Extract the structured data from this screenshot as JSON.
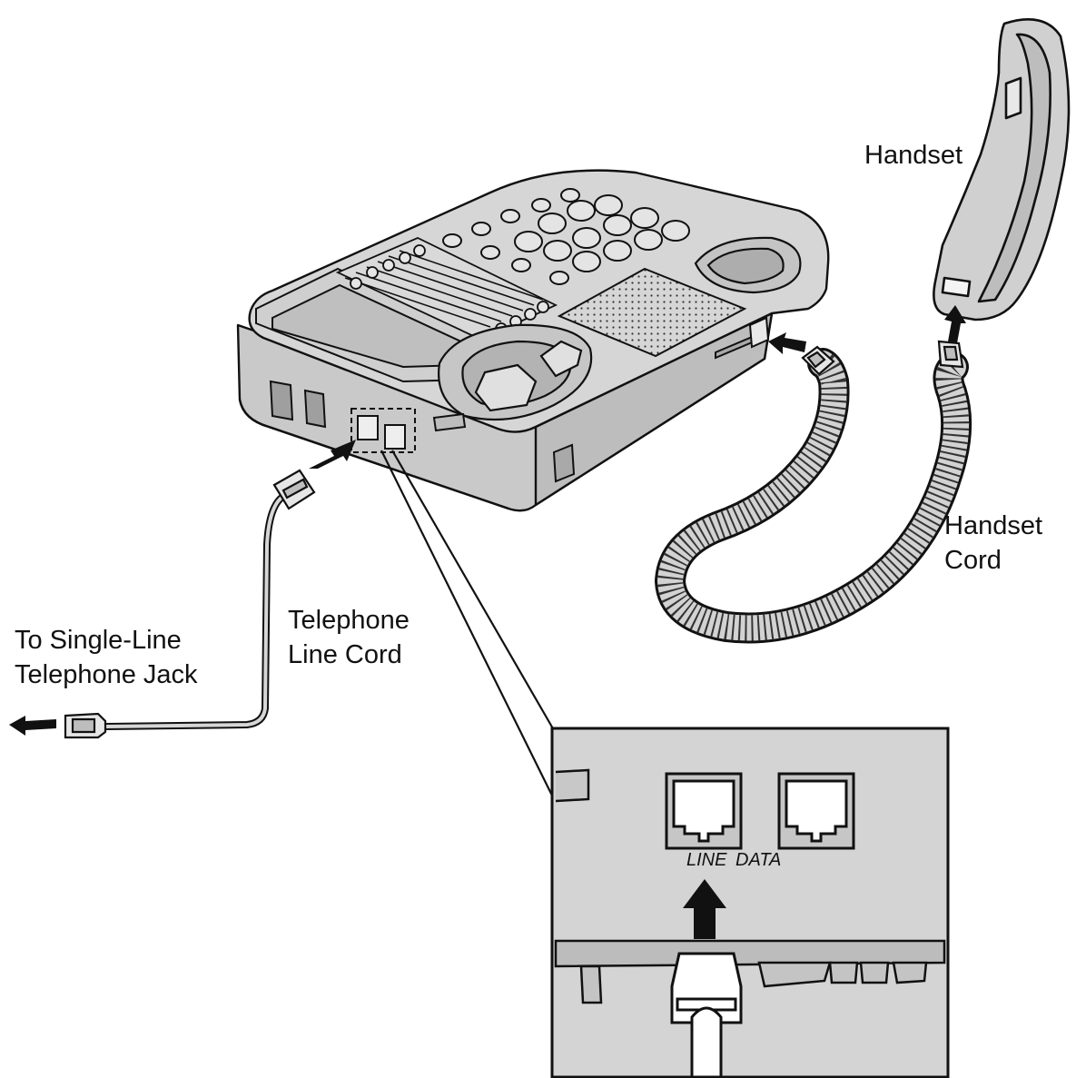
{
  "labels": {
    "handset": "Handset",
    "handset_cord": [
      "Handset",
      "Cord"
    ],
    "telephone_line_cord": [
      "Telephone",
      "Line Cord"
    ],
    "to_jack": [
      "To Single-Line",
      "Telephone Jack"
    ],
    "jack_labels": "LINE DATA"
  },
  "colors": {
    "body": "#d2d2d2",
    "body_dark": "#b4b4b4",
    "outline": "#111111",
    "arrow": "#111111",
    "background": "#ffffff"
  },
  "icons": {
    "arrow": "arrow-icon",
    "plug": "modular-plug-icon",
    "jack": "modular-jack-icon"
  }
}
